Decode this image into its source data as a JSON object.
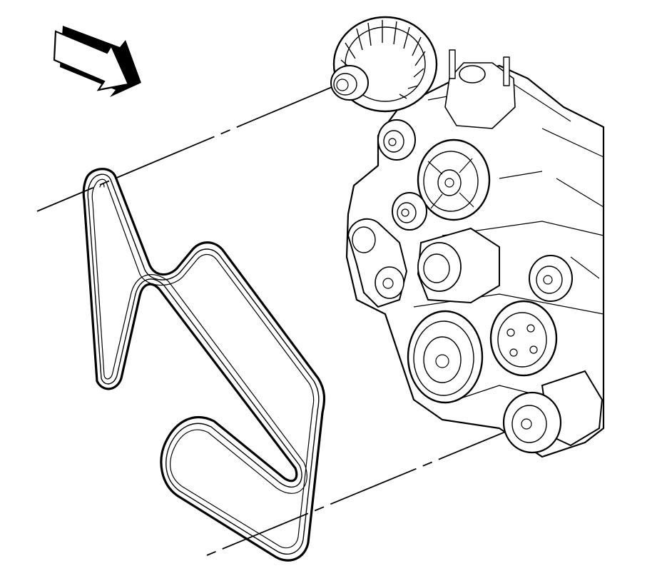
{
  "diagram": {
    "type": "technical-line-illustration",
    "colors": {
      "line": "#000000",
      "background": "#ffffff",
      "arrow_shadow": "#000000"
    },
    "components": [
      {
        "id": "direction-arrow",
        "icon": "view-direction-arrow-icon"
      },
      {
        "id": "drive-belt",
        "icon": "serpentine-belt-icon"
      },
      {
        "id": "engine-front",
        "icon": "engine-accessory-drive-icon"
      },
      {
        "id": "generator",
        "icon": "generator-icon"
      },
      {
        "id": "belt-tensioner",
        "icon": "tensioner-pulley-icon"
      }
    ],
    "leader_lines": 2
  }
}
